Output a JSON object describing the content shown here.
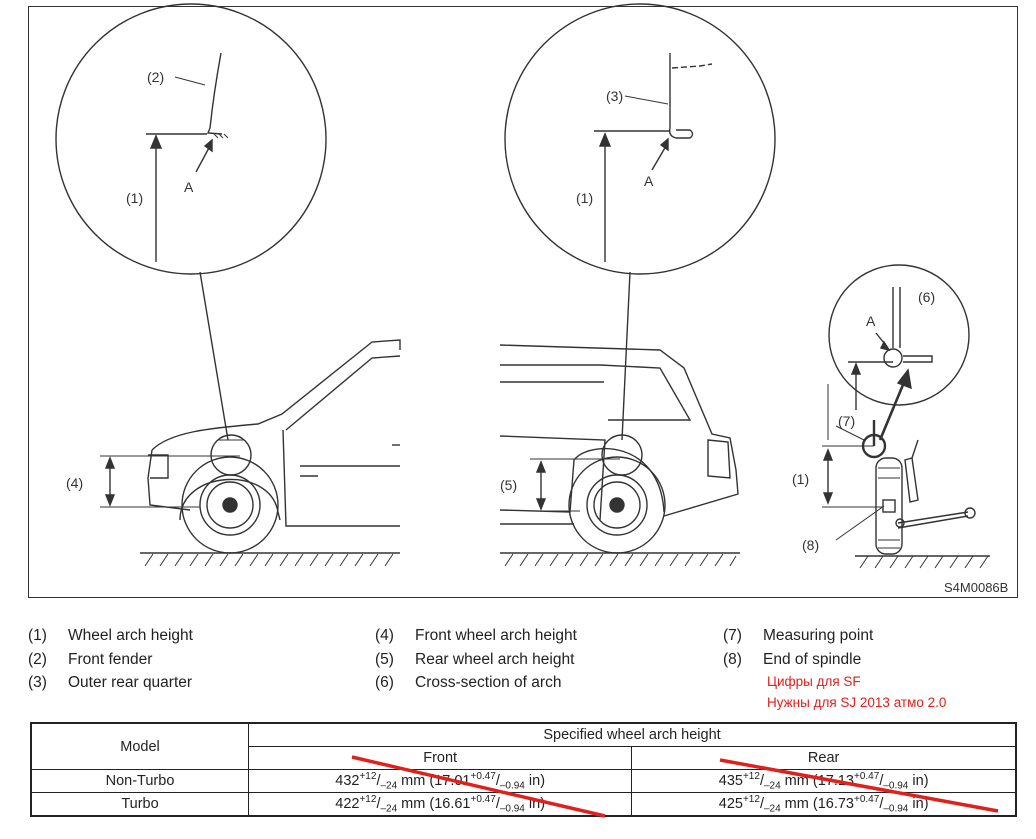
{
  "diagram": {
    "code": "S4M0086B",
    "callouts": {
      "c1": "(1)",
      "c2": "(2)",
      "c3": "(3)",
      "c4": "(4)",
      "c5": "(5)",
      "c6": "(6)",
      "c7": "(7)",
      "c8": "(8)",
      "point": "A"
    }
  },
  "legend": [
    {
      "num": "(1)",
      "text": "Wheel arch height"
    },
    {
      "num": "(2)",
      "text": "Front fender"
    },
    {
      "num": "(3)",
      "text": "Outer rear quarter"
    },
    {
      "num": "(4)",
      "text": "Front wheel arch height"
    },
    {
      "num": "(5)",
      "text": "Rear wheel arch height"
    },
    {
      "num": "(6)",
      "text": "Cross-section of arch"
    },
    {
      "num": "(7)",
      "text": "Measuring point"
    },
    {
      "num": "(8)",
      "text": "End of spindle"
    }
  ],
  "note": {
    "line1": "Цифры для SF",
    "line2": "Нужны для SJ 2013 атмо 2.0",
    "color": "#e0201c"
  },
  "table": {
    "header_model": "Model",
    "header_spec": "Specified wheel arch height",
    "header_front": "Front",
    "header_rear": "Rear",
    "rows": [
      {
        "model": "Non-Turbo",
        "front": {
          "base": "432",
          "plus": "+12",
          "minus": "–24",
          "unit": " mm (",
          "inch": "17.01",
          "iplus": "+0.47",
          "iminus": "–0.94",
          "iunit": " in)"
        },
        "rear": {
          "base": "435",
          "plus": "+12",
          "minus": "–24",
          "unit": " mm (",
          "inch": "17.13",
          "iplus": "+0.47",
          "iminus": "–0.94",
          "iunit": " in)"
        }
      },
      {
        "model": "Turbo",
        "front": {
          "base": "422",
          "plus": "+12",
          "minus": "–24",
          "unit": " mm (",
          "inch": "16.61",
          "iplus": "+0.47",
          "iminus": "–0.94",
          "iunit": " in)"
        },
        "rear": {
          "base": "425",
          "plus": "+12",
          "minus": "–24",
          "unit": " mm (",
          "inch": "16.73",
          "iplus": "+0.47",
          "iminus": "–0.94",
          "iunit": " in)"
        }
      }
    ]
  }
}
